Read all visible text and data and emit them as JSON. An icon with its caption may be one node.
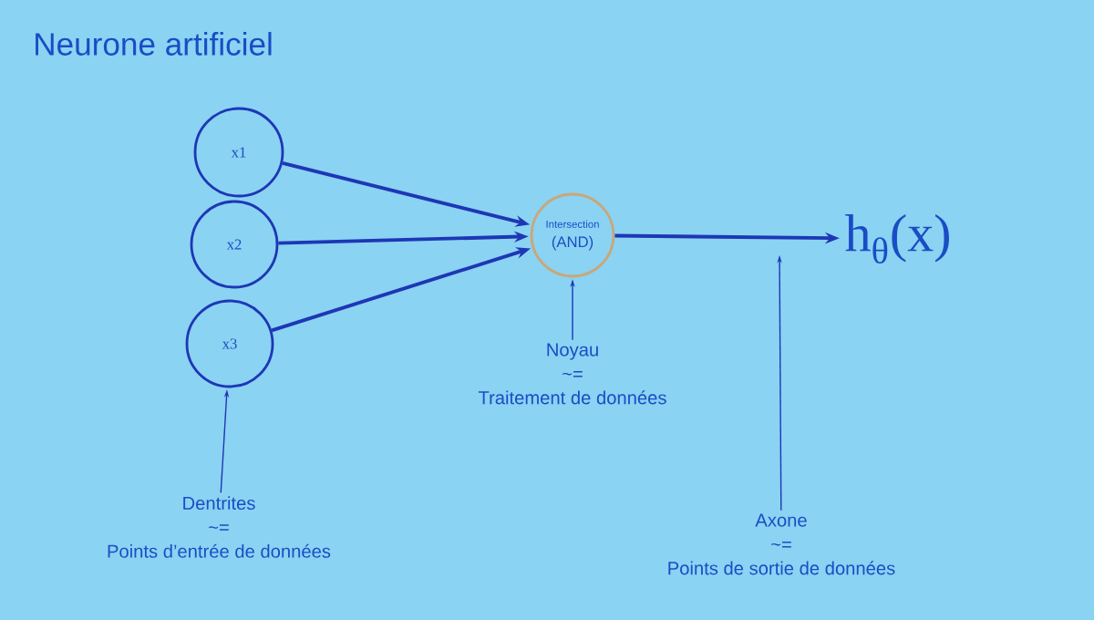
{
  "diagram": {
    "title": "Neurone artificiel",
    "nodes": [
      {
        "text": [
          "x1"
        ]
      },
      {
        "text": [
          "x2"
        ]
      },
      {
        "text": [
          "x3"
        ]
      },
      {
        "text": [
          "Intersection",
          "(AND)"
        ]
      },
      {
        "text": [
          "h$_{θ}$(x)"
        ]
      },
      {
        "text": [
          "Dentrites",
          "~=",
          "Points d’entrée de données"
        ]
      },
      {
        "text": [
          "Noyau",
          "~=",
          "Traitement de données"
        ]
      },
      {
        "text": [
          "Axone",
          "~=",
          "Points de sortie de données"
        ]
      }
    ],
    "edges": [
      {
        "from": 0,
        "to": 3,
        "arrow": "to"
      },
      {
        "from": 1,
        "to": 3,
        "arrow": "to"
      },
      {
        "from": 2,
        "to": 3,
        "arrow": "to"
      },
      {
        "from": 3,
        "to": 4,
        "arrow": "to"
      },
      {
        "from": 5,
        "to": 2,
        "arrow": "to"
      },
      {
        "from": 6,
        "to": 3,
        "arrow": "to"
      },
      {
        "from": 7,
        "to": null,
        "arrow": "to"
      }
    ]
  }
}
